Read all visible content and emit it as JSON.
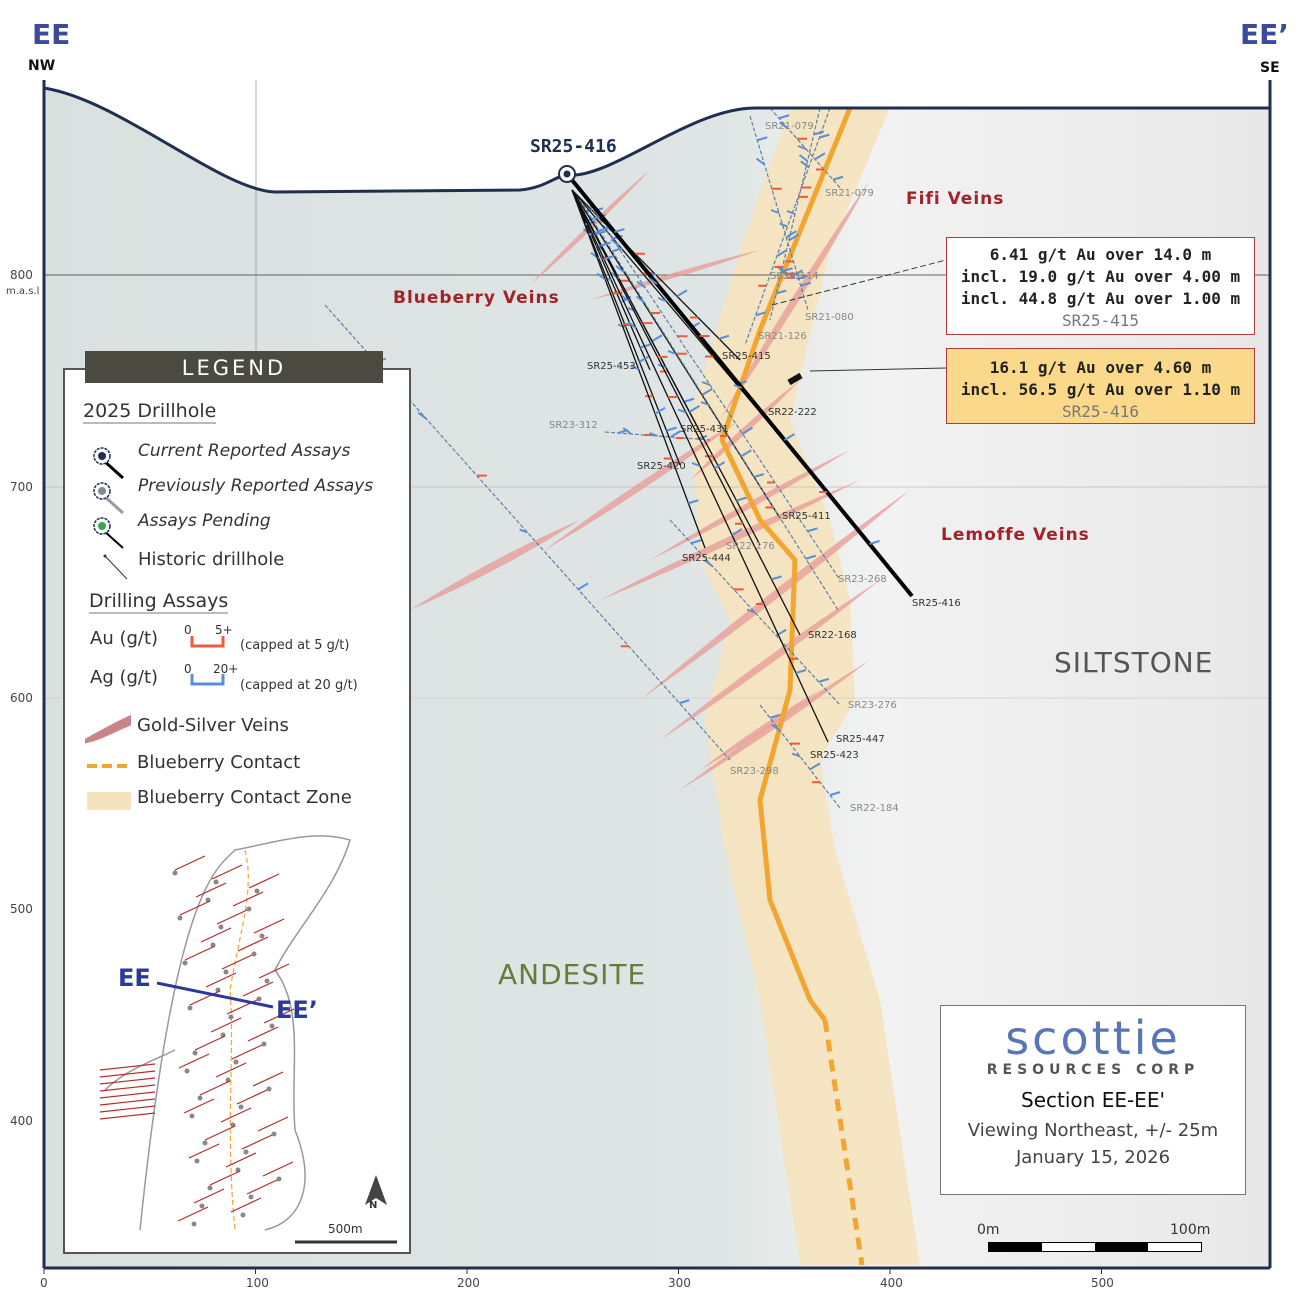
{
  "section": {
    "start_label": "EE",
    "end_label": "EE’",
    "start_dir": "NW",
    "end_dir": "SE"
  },
  "axes": {
    "elevation_ticks": [
      "800",
      "700",
      "600",
      "500",
      "400"
    ],
    "elevation_unit": "m.a.s.l",
    "distance_ticks": [
      "0",
      "100",
      "200",
      "300",
      "400",
      "500"
    ]
  },
  "labels": {
    "collar": "SR25-416",
    "blueberry_veins": "Blueberry Veins",
    "fifi_veins": "Fifi Veins",
    "lemoffe_veins": "Lemoffe Veins",
    "siltstone": "SILTSTONE",
    "andesite": "ANDESITE"
  },
  "drillholes": [
    {
      "id": "SR21-079",
      "style": "gray"
    },
    {
      "id": "SR21-079",
      "style": "gray"
    },
    {
      "id": "SR21-114",
      "style": "gray"
    },
    {
      "id": "SR21-080",
      "style": "gray"
    },
    {
      "id": "SR21-126",
      "style": "gray"
    },
    {
      "id": "SR25-415",
      "style": "dark"
    },
    {
      "id": "SR25-453",
      "style": "dark"
    },
    {
      "id": "SR22-222",
      "style": "dark"
    },
    {
      "id": "SR23-312",
      "style": "gray"
    },
    {
      "id": "SR25-431",
      "style": "dark"
    },
    {
      "id": "SR25-420",
      "style": "dark"
    },
    {
      "id": "SR25-411",
      "style": "dark"
    },
    {
      "id": "SR22-176",
      "style": "gray"
    },
    {
      "id": "SR25-444",
      "style": "dark"
    },
    {
      "id": "SR23-268",
      "style": "gray"
    },
    {
      "id": "SR25-416",
      "style": "dark"
    },
    {
      "id": "SR22-168",
      "style": "dark"
    },
    {
      "id": "SR23-276",
      "style": "gray"
    },
    {
      "id": "SR25-447",
      "style": "dark"
    },
    {
      "id": "SR25-423",
      "style": "dark"
    },
    {
      "id": "SR23-298",
      "style": "gray"
    },
    {
      "id": "SR22-184",
      "style": "gray"
    }
  ],
  "callouts": [
    {
      "lines": [
        "6.41 g/t Au over 14.0 m",
        "incl. 19.0 g/t Au over 4.00 m",
        "incl. 44.8 g/t Au over 1.00 m"
      ],
      "hole": "SR25-415",
      "color": "#ffffff"
    },
    {
      "lines": [
        "16.1 g/t Au over 4.60 m",
        "incl. 56.5 g/t Au over 1.10 m"
      ],
      "hole": "SR25-416",
      "color": "#fbd98a"
    }
  ],
  "legend": {
    "title": "LEGEND",
    "drillhole_heading": "2025 Drillhole",
    "current": "Current Reported Assays",
    "previous": "Previously Reported Assays",
    "pending": "Assays Pending",
    "historic": "Historic drillhole",
    "assays_heading": "Drilling Assays",
    "au_label": "Au (g/t)",
    "au_min": "0",
    "au_max": "5+",
    "au_note": "(capped at 5 g/t)",
    "ag_label": "Ag (g/t)",
    "ag_min": "0",
    "ag_max": "20+",
    "ag_note": "(capped at 20 g/t)",
    "veins": "Gold-Silver Veins",
    "contact": "Blueberry Contact",
    "contact_zone": "Blueberry Contact Zone",
    "inset_start": "EE",
    "inset_end": "EE’",
    "inset_scale": "500m",
    "north": "N"
  },
  "title_box": {
    "logo": "scottie",
    "logo_sub": "RESOURCES CORP",
    "section": "Section EE-EE'",
    "viewing": "Viewing Northeast, +/- 25m",
    "date": "January 15, 2026"
  },
  "scale_bar": {
    "start": "0m",
    "end": "100m"
  },
  "colors": {
    "andesite": "#dce3e2",
    "siltstone": "#efefef",
    "contact_zone": "#f6e3bd",
    "contact": "#f2a531",
    "vein": "#e79a97",
    "au": "#ef5a3c",
    "ag": "#5b8fd4",
    "border": "#1f2f4f"
  }
}
